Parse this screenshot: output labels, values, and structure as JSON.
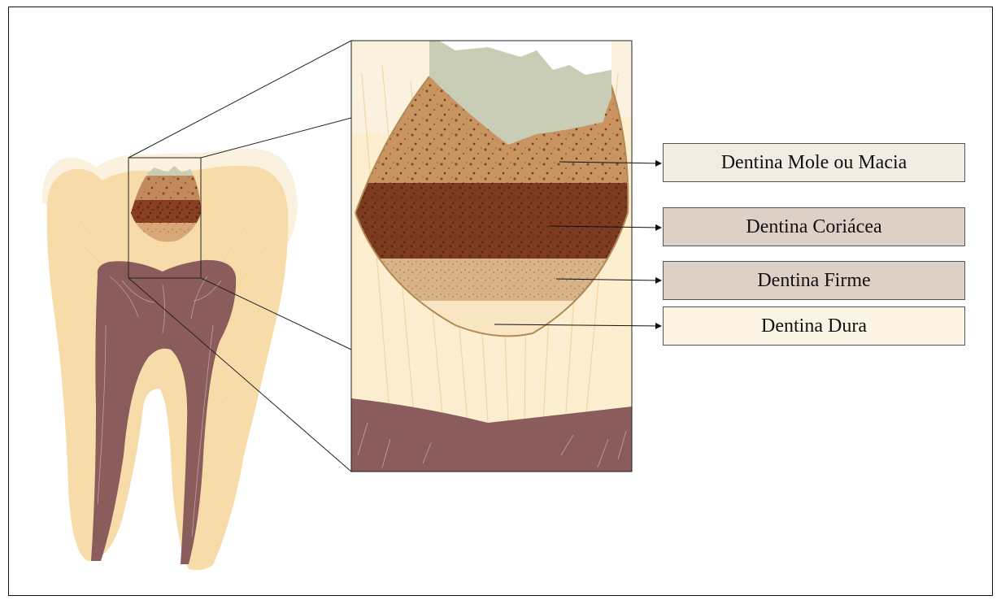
{
  "labels": [
    {
      "text": "Dentina Mole ou Macia",
      "color": "#f3ece3"
    },
    {
      "text": "Dentina Coriácea",
      "color": "#ddd0c7"
    },
    {
      "text": "Dentina Firme",
      "color": "#ddd0c7"
    },
    {
      "text": "Dentina Dura",
      "color": "#fcf4e4"
    }
  ],
  "colors": {
    "dentin": "#f7dcaa",
    "enamel": "#fbf1df",
    "pulp": "#8a5c5c",
    "decay_dark": "#7a3a1f",
    "decay_mid": "#a8622f",
    "decay_light": "#c79a67",
    "cavity": "#c9cdb6"
  }
}
